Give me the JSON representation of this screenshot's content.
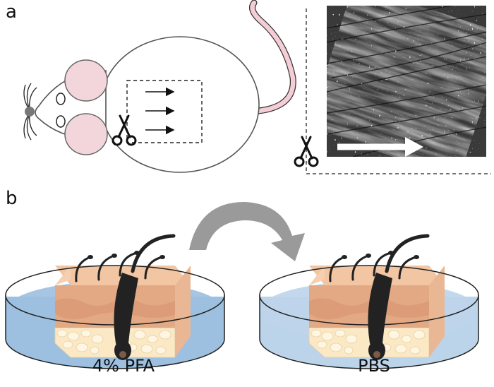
{
  "panels": {
    "a": {
      "label": "a"
    },
    "b": {
      "label": "b"
    }
  },
  "dishes": [
    {
      "solution": "4% PFA",
      "fill": "#9dbfe0"
    },
    {
      "solution": "PBS",
      "fill": "#bcd4ea"
    }
  ],
  "colors": {
    "ear": "#f2d6dc",
    "tail": "#f5cdd6",
    "skin_top": "#f2c6a3",
    "skin_mid": "#e3a884",
    "fat": "#fbe9c6",
    "hair": "#222222",
    "transfer_arrow": "#9a9a9a"
  },
  "icons": [
    "scissors-icon",
    "arrow-icon",
    "transfer-arrow-icon"
  ]
}
